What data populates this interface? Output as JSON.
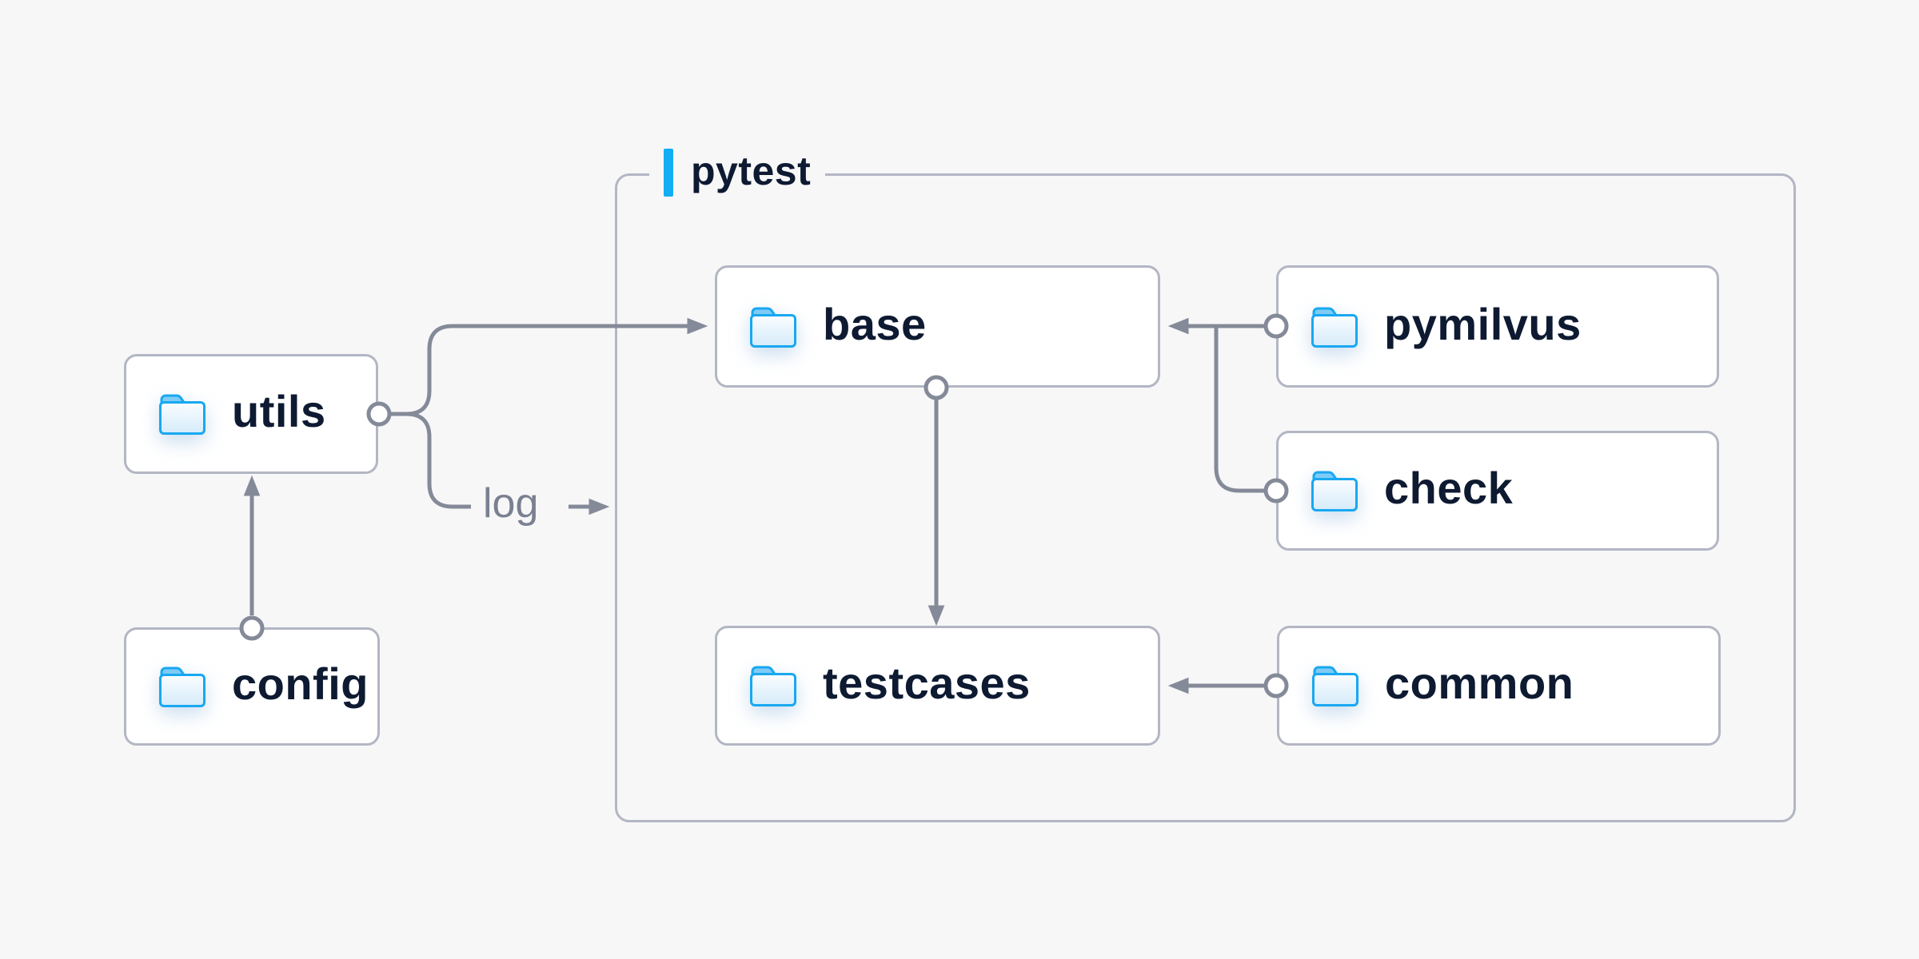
{
  "diagram": {
    "container": {
      "label": "pytest"
    },
    "nodes": {
      "utils": {
        "label": "utils",
        "icon": "folder"
      },
      "config": {
        "label": "config",
        "icon": "folder"
      },
      "base": {
        "label": "base",
        "icon": "folder"
      },
      "pymilvus": {
        "label": "pymilvus",
        "icon": "folder"
      },
      "check": {
        "label": "check",
        "icon": "folder"
      },
      "testcases": {
        "label": "testcases",
        "icon": "folder"
      },
      "common": {
        "label": "common",
        "icon": "folder"
      }
    },
    "edge_annotation": "log",
    "edges": [
      {
        "from": "config",
        "to": "utils"
      },
      {
        "from": "utils",
        "to": "base"
      },
      {
        "from": "utils",
        "to": "log"
      },
      {
        "from": "pymilvus",
        "to": "base"
      },
      {
        "from": "check",
        "to": "base"
      },
      {
        "from": "base",
        "to": "testcases"
      },
      {
        "from": "common",
        "to": "testcases"
      }
    ],
    "colors": {
      "background": "#f7f7f8",
      "node_fill": "#ffffff",
      "node_border": "#b3b6c3",
      "connector": "#858a99",
      "label_text": "#0d1a31",
      "annotation_text": "#7a8090",
      "accent_blue": "#12aef4",
      "folder_outline": "#18a8f1",
      "folder_tab": "#7eccf6",
      "folder_body_light": "#fafdff",
      "folder_body_shade": "#d5ebfa"
    }
  }
}
